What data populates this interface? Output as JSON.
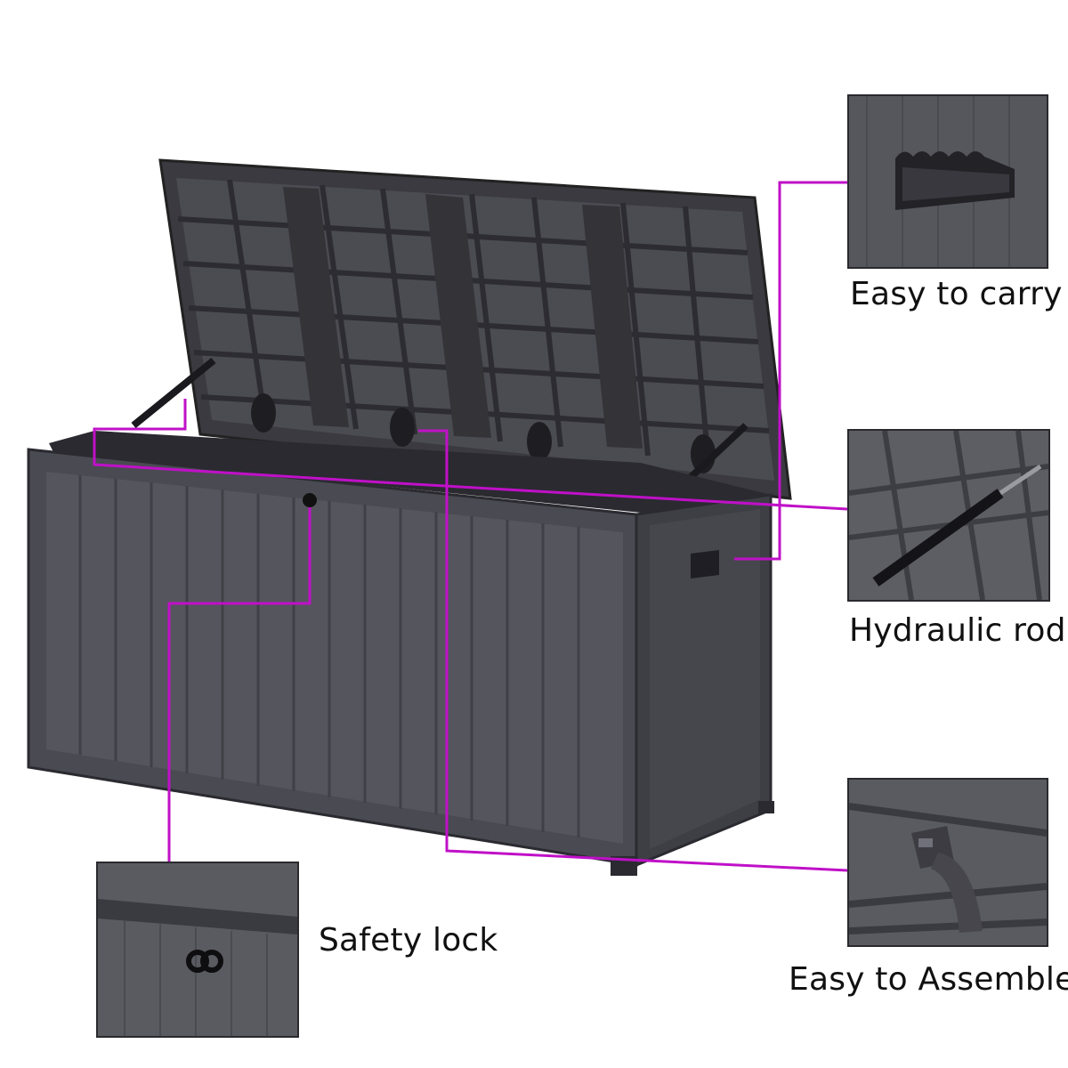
{
  "callouts": {
    "carry": {
      "label": "Easy to carry"
    },
    "hydraulic": {
      "label": "Hydraulic rod"
    },
    "assemble": {
      "label": "Easy to Assemble"
    },
    "lock": {
      "label": "Safety lock"
    }
  },
  "colors": {
    "leader_line": "#c010c8",
    "box_body": "#4a4a52",
    "box_dark": "#2e2e34",
    "inset_bg": "#55555c"
  }
}
